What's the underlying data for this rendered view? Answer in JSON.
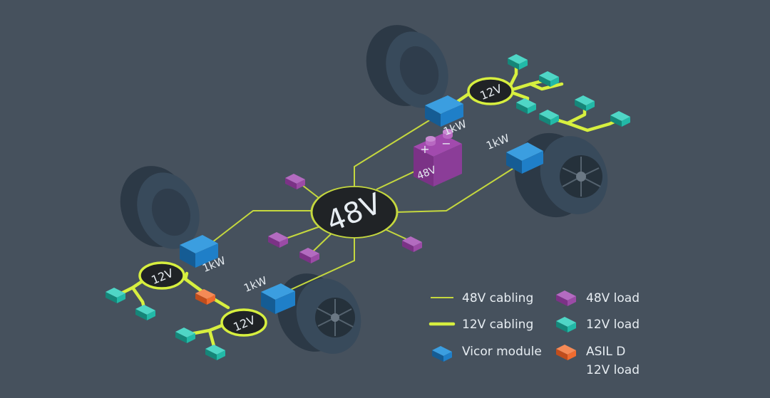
{
  "colors": {
    "background": "#46515d",
    "cable_48v": "#c5d83e",
    "cable_12v": "#d7ef3f",
    "hub_fill": "#202326",
    "tire_dark": "#2c3946",
    "tire_mid": "#384a5b",
    "module_blue": "#1f7fc8",
    "load_48v": "#9b4ba6",
    "load_12v": "#22b9a7",
    "asil_orange": "#ef6b2f",
    "battery": "#8b3d98",
    "text": "#e7edf2"
  },
  "diagram": {
    "hub_label": "48V",
    "battery_label": "48V",
    "battery_plus": "+",
    "battery_minus": "−",
    "converters": [
      {
        "id": "rear-top",
        "label": "1kW"
      },
      {
        "id": "rear-right",
        "label": "1kW"
      },
      {
        "id": "front-left",
        "label": "1kW"
      },
      {
        "id": "front-bottom",
        "label": "1kW"
      }
    ],
    "local_hubs": [
      {
        "id": "rear",
        "label": "12V"
      },
      {
        "id": "front-left",
        "label": "12V"
      },
      {
        "id": "front-right",
        "label": "12V"
      }
    ]
  },
  "legend": {
    "cabling_48v": "48V cabling",
    "cabling_12v": "12V cabling",
    "vicor_module": "Vicor module",
    "load_48v": "48V load",
    "load_12v": "12V load",
    "asil_line1": "ASIL D",
    "asil_line2": "12V load"
  }
}
